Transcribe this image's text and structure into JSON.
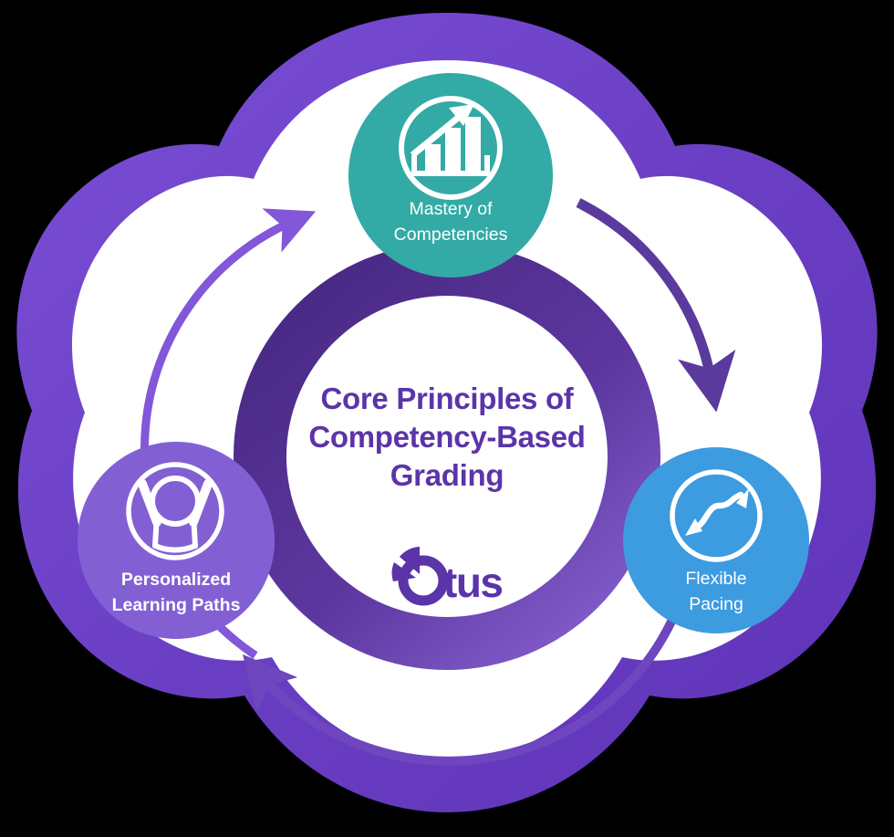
{
  "graphic": {
    "type": "cycle-diagram",
    "background_color": "#000000",
    "center": {
      "title_lines": [
        "Core Principles of",
        "Competency-Based",
        "Grading"
      ],
      "title_color": "#5b34a8",
      "logo_text": "tus",
      "logo_name": "Otus",
      "logo_color": "#5b34a8",
      "disc_color": "#ffffff"
    },
    "rings": {
      "outer_band_color": "#6b3fc4",
      "outer_band_gradient_from": "#7a4fd6",
      "outer_band_gradient_to": "#5e33b8",
      "inner_ring_gradient_from": "#4b2a86",
      "inner_ring_gradient_to": "#8a63d4",
      "gap_color": "#ffffff"
    },
    "arrows": [
      {
        "id": "arrow-to-mastery",
        "name": "arrow-left-to-top",
        "direction": "counter-clockwise-up",
        "color": "#8257d9"
      },
      {
        "id": "arrow-to-pacing",
        "name": "arrow-top-to-right",
        "direction": "clockwise-down",
        "color": "#5b3a9e"
      },
      {
        "id": "arrow-to-paths",
        "name": "arrow-right-to-left",
        "direction": "counter-clockwise-left",
        "color": "#6e46bf"
      }
    ],
    "nodes": [
      {
        "id": "mastery",
        "label_lines": [
          "Mastery of",
          "Competencies"
        ],
        "color": "#33aaa5",
        "icon": "bar-chart-growth-icon",
        "position": "top"
      },
      {
        "id": "flexible-pacing",
        "label_lines": [
          "Flexible",
          "Pacing"
        ],
        "color": "#3d9be0",
        "icon": "wavy-double-arrow-icon",
        "position": "bottom-right"
      },
      {
        "id": "personalized-learning-paths",
        "label_lines": [
          "Personalized",
          "Learning Paths"
        ],
        "color": "#8260d4",
        "icon": "person-arms-raised-icon",
        "position": "bottom-left"
      }
    ]
  }
}
